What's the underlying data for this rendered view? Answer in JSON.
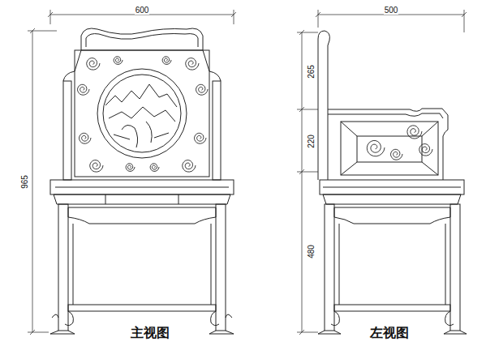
{
  "diagram": {
    "labels": [
      "600",
      "965",
      "主视图",
      "500",
      "265",
      "220",
      "480",
      "左视图"
    ]
  }
}
